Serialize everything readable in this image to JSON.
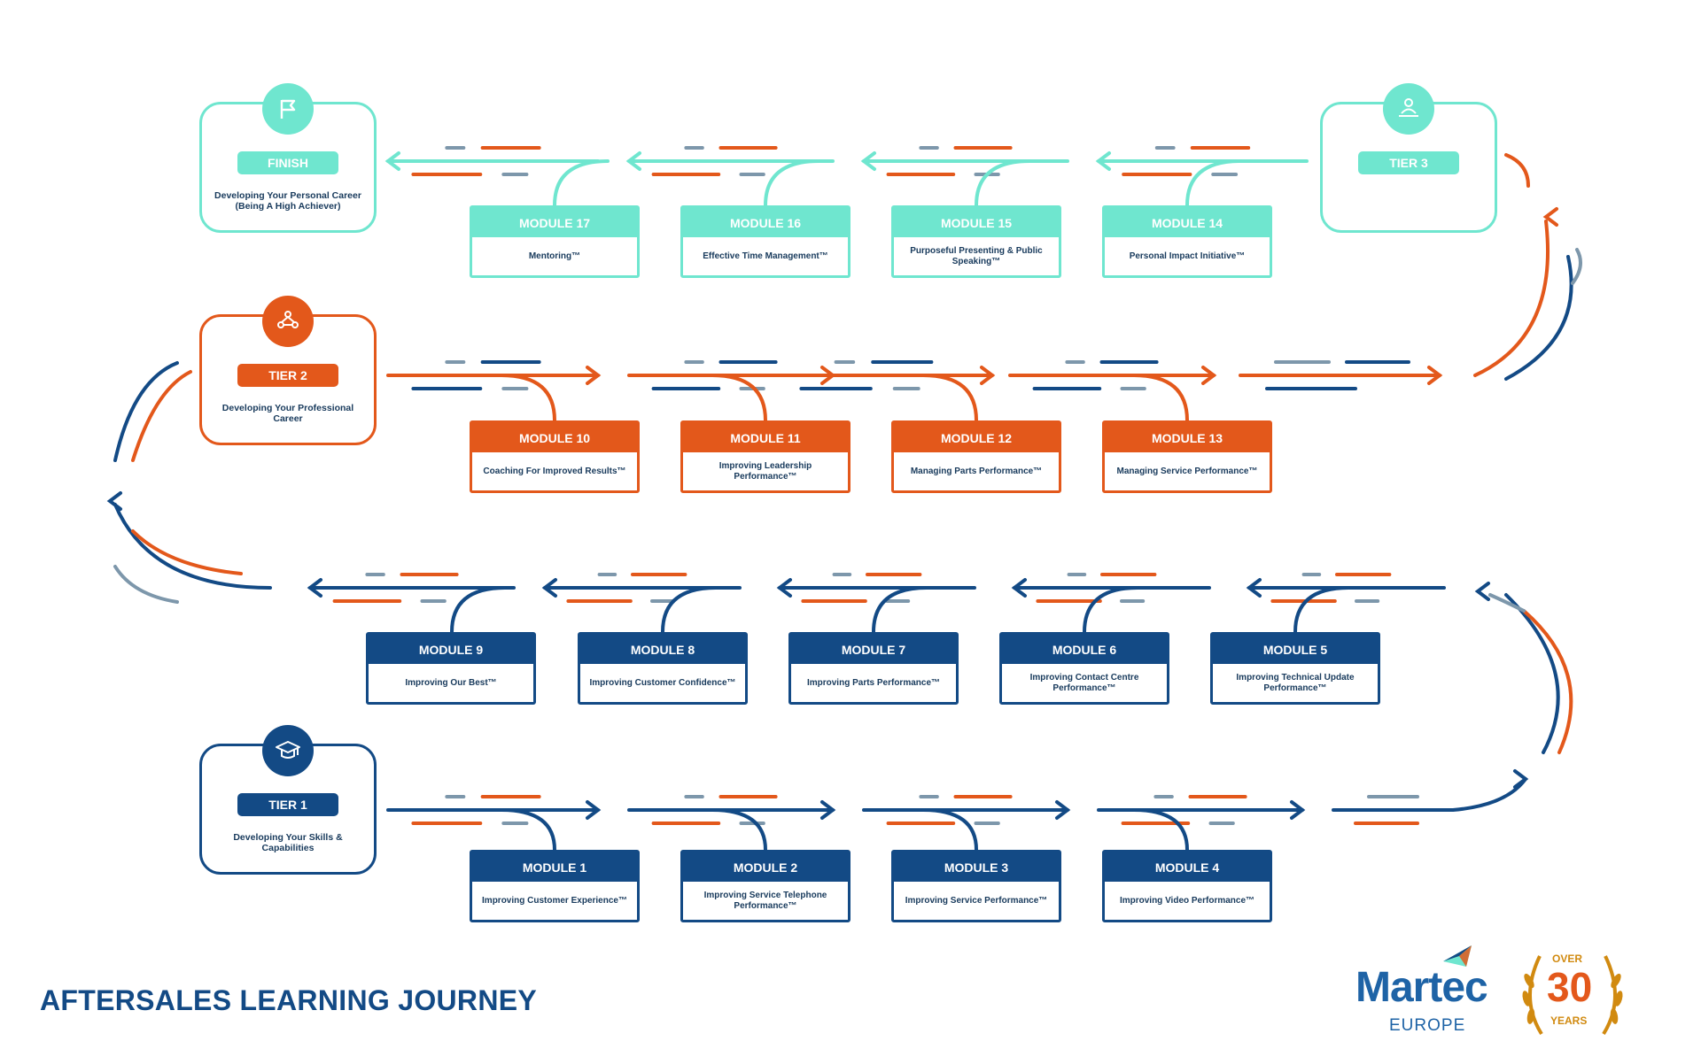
{
  "title": "AFTERSALES LEARNING JOURNEY",
  "colors": {
    "tier1": "#134a85",
    "tier2": "#e3581b",
    "tier3": "#6fe6cf",
    "grey": "#7d97ab",
    "gold": "#d18a10"
  },
  "tiers": {
    "finish": {
      "label": "FINISH",
      "description": "Developing Your Personal Career (Being A High Achiever)",
      "icon": "flag-icon"
    },
    "tier3": {
      "label": "TIER 3",
      "description": "",
      "icon": "person-laptop-icon"
    },
    "tier2": {
      "label": "TIER 2",
      "description": "Developing Your Professional Career",
      "icon": "connected-people-icon"
    },
    "tier1": {
      "label": "TIER 1",
      "description": "Developing Your Skills & Capabilities",
      "icon": "graduation-cap-icon"
    }
  },
  "modules": [
    {
      "label": "MODULE 1",
      "name": "Improving Customer Experience™"
    },
    {
      "label": "MODULE 2",
      "name": "Improving Service Telephone Performance™"
    },
    {
      "label": "MODULE 3",
      "name": "Improving Service Performance™"
    },
    {
      "label": "MODULE 4",
      "name": "Improving Video Performance™"
    },
    {
      "label": "MODULE 5",
      "name": "Improving Technical Update Performance™"
    },
    {
      "label": "MODULE 6",
      "name": "Improving Contact Centre Performance™"
    },
    {
      "label": "MODULE 7",
      "name": "Improving Parts Performance™"
    },
    {
      "label": "MODULE 8",
      "name": "Improving Customer Confidence™"
    },
    {
      "label": "MODULE 9",
      "name": "Improving Our Best™"
    },
    {
      "label": "MODULE 10",
      "name": "Coaching For Improved Results™"
    },
    {
      "label": "MODULE 11",
      "name": "Improving Leadership Performance™"
    },
    {
      "label": "MODULE 12",
      "name": "Managing Parts Performance™"
    },
    {
      "label": "MODULE 13",
      "name": "Managing Service Performance™"
    },
    {
      "label": "MODULE 14",
      "name": "Personal Impact Initiative™"
    },
    {
      "label": "MODULE 15",
      "name": "Purposeful Presenting & Public Speaking™"
    },
    {
      "label": "MODULE 16",
      "name": "Effective Time Management™"
    },
    {
      "label": "MODULE 17",
      "name": "Mentoring™"
    }
  ],
  "logo": {
    "name": "Martec",
    "subtitle": "EUROPE",
    "badge_over": "OVER",
    "badge_number": "30",
    "badge_years": "YEARS"
  }
}
